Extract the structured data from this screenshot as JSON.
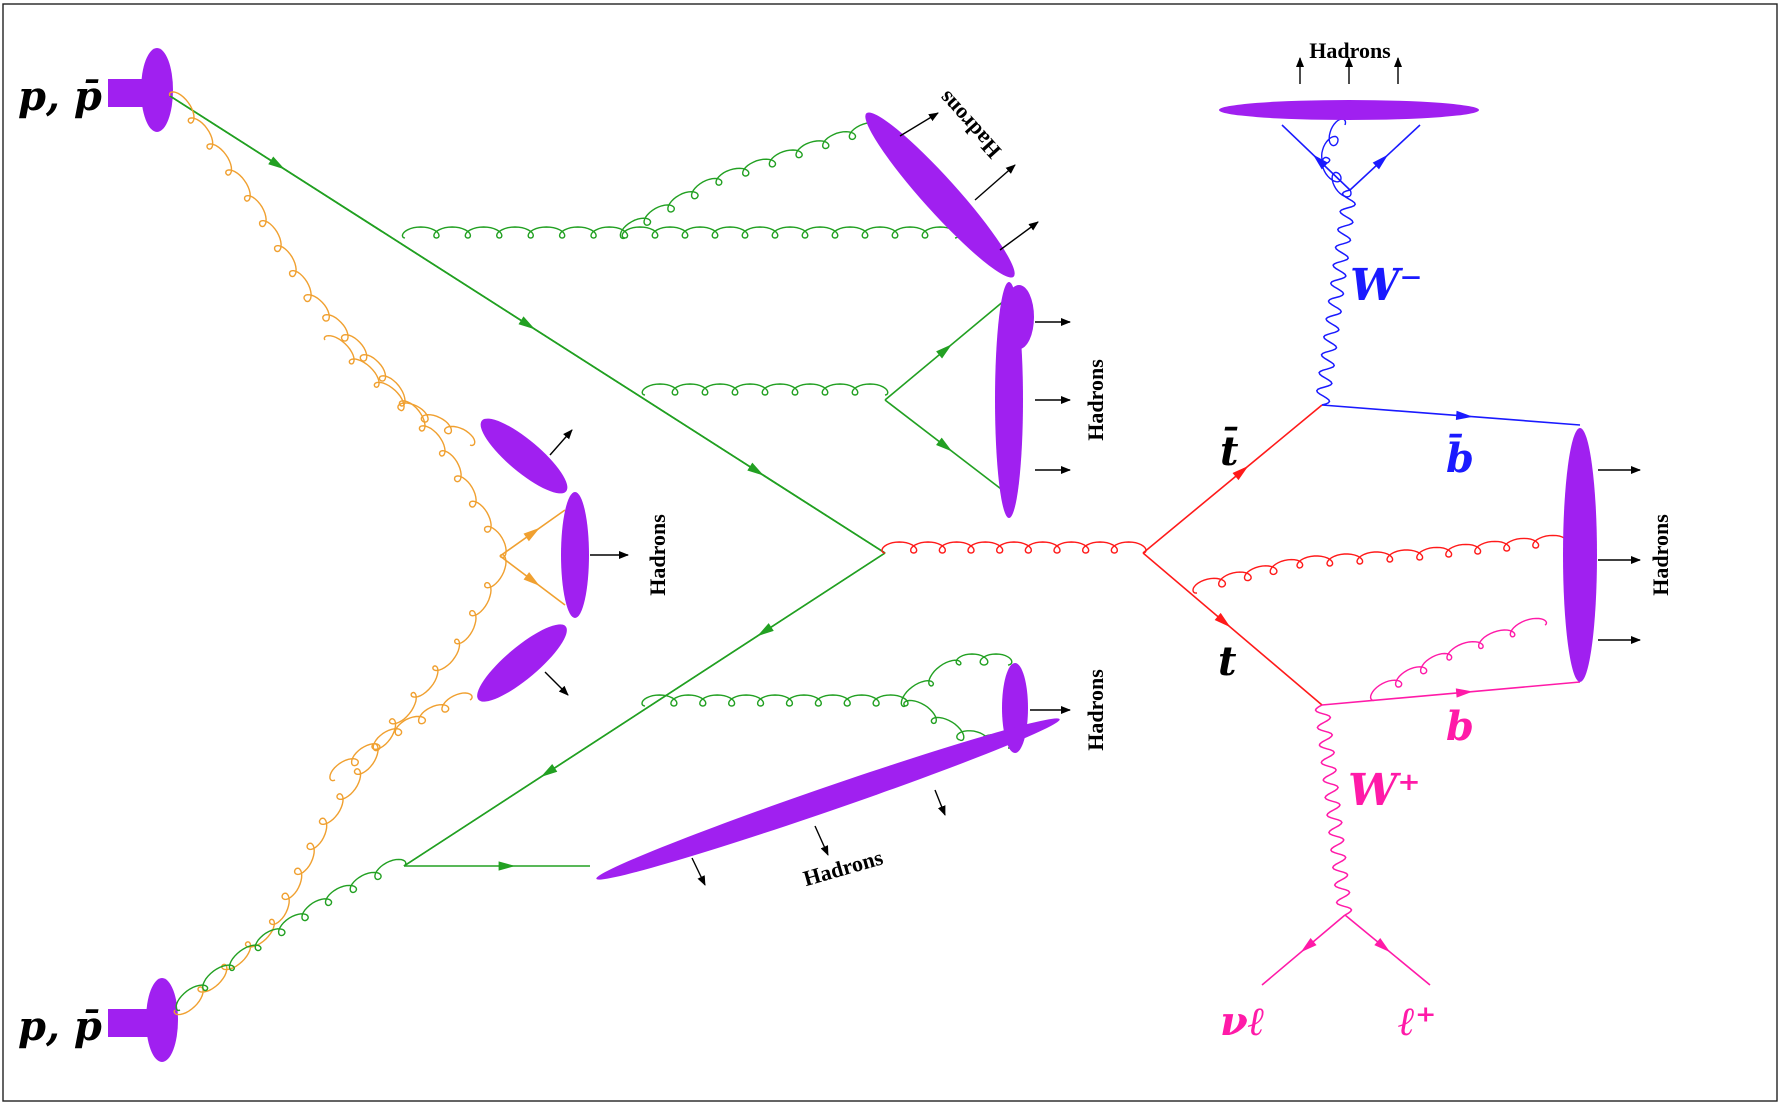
{
  "labels": {
    "beam_top": "p, p̄",
    "beam_bottom": "p, p̄",
    "tbar": "t̄",
    "t": "t",
    "W_minus": "W⁻",
    "W_plus": "W⁺",
    "bbar": "b̄",
    "b": "b",
    "nu": "νℓ",
    "lepton": "ℓ⁺",
    "hadrons": "Hadrons"
  },
  "colors": {
    "blob": "#a020f0",
    "hard_quark": "#22a022",
    "isr_orange": "#f0a030",
    "top": "#ff1a1a",
    "w_minus": "#1a1aff",
    "w_plus": "#ff1aa8",
    "outer_arrows": "#000000"
  }
}
